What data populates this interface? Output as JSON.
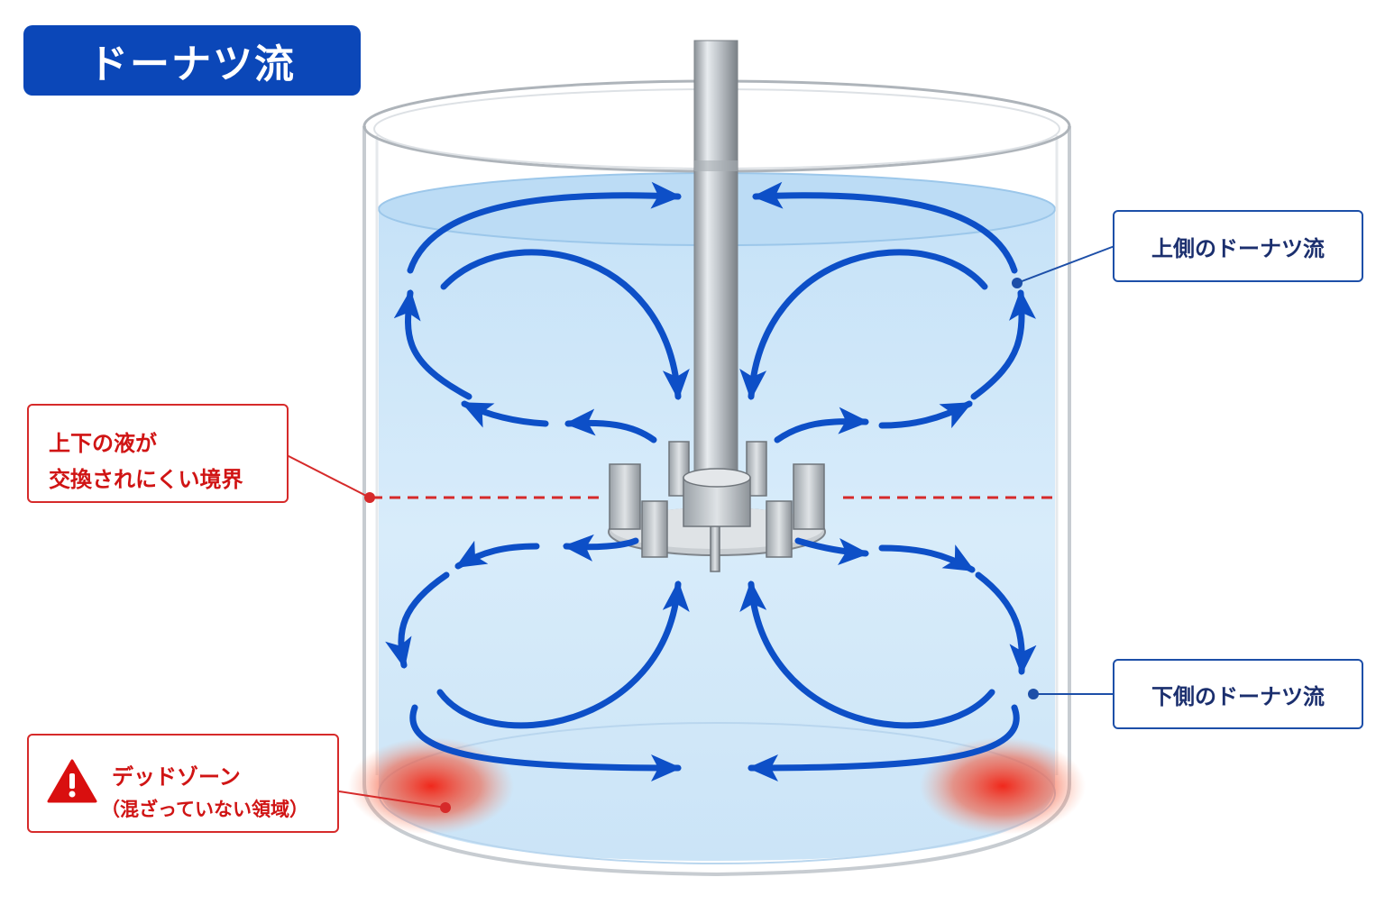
{
  "title": "ドーナツ流",
  "labels": {
    "upper_flow": "上側のドーナツ流",
    "lower_flow": "下側のドーナツ流",
    "boundary_line1": "上下の液が",
    "boundary_line2": "交換されにくい境界",
    "dead_zone_title": "デッドゾーン",
    "dead_zone_sub": "（混ざっていない領域）"
  },
  "colors": {
    "title_bg": "#0b47b8",
    "arrow": "#0d4fc7",
    "callout_blue": "#1d4fa8",
    "boundary_red": "#d62a2a",
    "dead_zone": "#f02a1a",
    "liquid": "#cfe6f8"
  },
  "icons": {
    "warning": "warning-icon"
  }
}
